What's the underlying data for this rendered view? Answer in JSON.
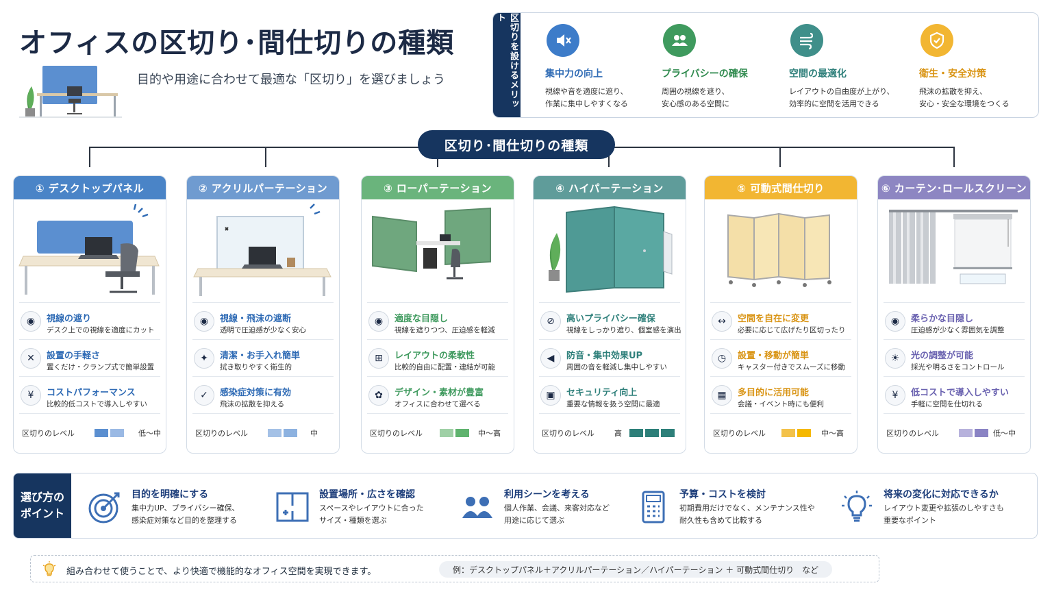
{
  "header": {
    "title": "オフィスの区切り･間仕切りの種類",
    "subtitle": "目的や用途に合わせて最適な「区切り」を選びましょう"
  },
  "merits": {
    "tab_label": "区切りを設けるメリット",
    "items": [
      {
        "icon": "speaker-mute-icon",
        "color": "#3d7cc9",
        "title": "集中力の向上",
        "desc1": "視線や音を適度に遮り、",
        "desc2": "作業に集中しやすくなる"
      },
      {
        "icon": "users-icon",
        "color": "#3f9a5e",
        "title": "プライバシーの確保",
        "desc1": "周囲の視線を遮り、",
        "desc2": "安心感のある空間に"
      },
      {
        "icon": "wind-icon",
        "color": "#3f8f8a",
        "title": "空間の最適化",
        "desc1": "レイアウトの自由度が上がり、",
        "desc2": "効率的に空間を活用できる"
      },
      {
        "icon": "shield-icon",
        "color": "#e8a21c",
        "title": "衛生・安全対策",
        "desc1": "飛沫の拡散を抑え、",
        "desc2": "安心・安全な環境をつくる"
      }
    ]
  },
  "center_label": "区切り･間仕切りの種類",
  "cards": [
    {
      "title": "① デスクトップパネル",
      "color": "#4a84c7",
      "features": [
        {
          "icon": "eye-icon",
          "glyph": "◉",
          "title": "視線の遮り",
          "desc": "デスク上での視線を適度にカット"
        },
        {
          "icon": "tools-icon",
          "glyph": "✕",
          "title": "設置の手軽さ",
          "desc": "置くだけ・クランプ式で簡単設置"
        },
        {
          "icon": "yen-icon",
          "glyph": "¥",
          "title": "コストパフォーマンス",
          "desc": "比較的低コストで導入しやすい"
        }
      ],
      "level_label": "区切りのレベル",
      "level_value": "低～中",
      "level_colors": [
        "#5b8fd0",
        "#9ab9e4"
      ]
    },
    {
      "title": "② アクリルパーテーション",
      "color": "#6f9bd0",
      "features": [
        {
          "icon": "eye-icon",
          "glyph": "◉",
          "title": "視線・飛沫の遮断",
          "desc": "透明で圧迫感が少なく安心"
        },
        {
          "icon": "sparkle-icon",
          "glyph": "✦",
          "title": "清潔・お手入れ簡単",
          "desc": "拭き取りやすく衛生的"
        },
        {
          "icon": "shield-check-icon",
          "glyph": "✓",
          "title": "感染症対策に有効",
          "desc": "飛沫の拡散を抑える"
        }
      ],
      "level_label": "区切りのレベル",
      "level_value": "中",
      "level_colors": [
        "#a4c1e6",
        "#8db2e0"
      ]
    },
    {
      "title": "③ ローパーテーション",
      "color": "#6ab47c",
      "features": [
        {
          "icon": "eye-icon",
          "glyph": "◉",
          "title": "適度な目隠し",
          "desc": "視線を遮りつつ、圧迫感を軽減"
        },
        {
          "icon": "layout-grid-icon",
          "glyph": "⊞",
          "title": "レイアウトの柔軟性",
          "desc": "比較的自由に配置・連結が可能"
        },
        {
          "icon": "palette-icon",
          "glyph": "✿",
          "title": "デザイン・素材が豊富",
          "desc": "オフィスに合わせて選べる"
        }
      ],
      "level_label": "区切りのレベル",
      "level_value": "中～高",
      "level_colors": [
        "#9fd0a6",
        "#5fb36e"
      ]
    },
    {
      "title": "④ ハイパーテーション",
      "color": "#5f9c9a",
      "features": [
        {
          "icon": "eye-off-icon",
          "glyph": "⊘",
          "title": "高いプライバシー確保",
          "desc": "視線をしっかり遮り、個室感を演出"
        },
        {
          "icon": "speaker-icon",
          "glyph": "◀",
          "title": "防音・集中効果UP",
          "desc": "周囲の音を軽減し集中しやすい"
        },
        {
          "icon": "lock-icon",
          "glyph": "▣",
          "title": "セキュリティ向上",
          "desc": "重要な情報を扱う空間に最適"
        }
      ],
      "level_label": "区切りのレベル",
      "level_value": "高",
      "level_colors": [
        "#2d7f79",
        "#2d7f79",
        "#2d7f79"
      ]
    },
    {
      "title": "⑤ 可動式間仕切り",
      "color": "#f2b632",
      "features": [
        {
          "icon": "arrows-horizontal-icon",
          "glyph": "↔",
          "title": "空間を自在に変更",
          "desc": "必要に応じて広げたり区切ったり"
        },
        {
          "icon": "clock-icon",
          "glyph": "◷",
          "title": "設置・移動が簡単",
          "desc": "キャスター付きでスムーズに移動"
        },
        {
          "icon": "blocks-icon",
          "glyph": "▦",
          "title": "多目的に活用可能",
          "desc": "会議・イベント時にも便利"
        }
      ],
      "level_label": "区切りのレベル",
      "level_value": "中～高",
      "level_colors": [
        "#f3c24a",
        "#f5b800"
      ]
    },
    {
      "title": "⑥ カーテン･ロールスクリーン",
      "color": "#8d86c2",
      "features": [
        {
          "icon": "eye-icon",
          "glyph": "◉",
          "title": "柔らかな目隠し",
          "desc": "圧迫感が少なく雰囲気を調整"
        },
        {
          "icon": "sun-icon",
          "glyph": "☀",
          "title": "光の調整が可能",
          "desc": "採光や明るさをコントロール"
        },
        {
          "icon": "yen-icon",
          "glyph": "¥",
          "title": "低コストで導入しやすい",
          "desc": "手軽に空間を仕切れる"
        }
      ],
      "level_label": "区切りのレベル",
      "level_value": "低～中",
      "level_colors": [
        "#b7b2dc",
        "#8a83c4"
      ]
    }
  ],
  "points": {
    "tab_line1": "選び方の",
    "tab_line2": "ポイント",
    "items": [
      {
        "icon": "target-icon",
        "title": "目的を明確にする",
        "desc1": "集中力UP、プライバシー確保、",
        "desc2": "感染症対策など目的を整理する"
      },
      {
        "icon": "floorplan-icon",
        "title": "設置場所・広さを確認",
        "desc1": "スペースやレイアウトに合った",
        "desc2": "サイズ・種類を選ぶ"
      },
      {
        "icon": "users-icon",
        "title": "利用シーンを考える",
        "desc1": "個人作業、会議、来客対応など",
        "desc2": "用途に応じて選ぶ"
      },
      {
        "icon": "calculator-icon",
        "title": "予算・コストを検討",
        "desc1": "初期費用だけでなく、メンテナンス性や",
        "desc2": "耐久性も含めて比較する"
      },
      {
        "icon": "lightbulb-icon",
        "title": "将来の変化に対応できるか",
        "desc1": "レイアウト変更や拡張のしやすさも",
        "desc2": "重要なポイント"
      }
    ]
  },
  "footer": {
    "text": "組み合わせて使うことで、より快適で機能的なオフィス空間を実現できます。",
    "example": "例：デスクトップパネル＋アクリルパーテーション／ハイパーテーション ＋ 可動式間仕切り　など"
  },
  "colors": {
    "navy": "#16355f",
    "text": "#1f2d3d"
  }
}
